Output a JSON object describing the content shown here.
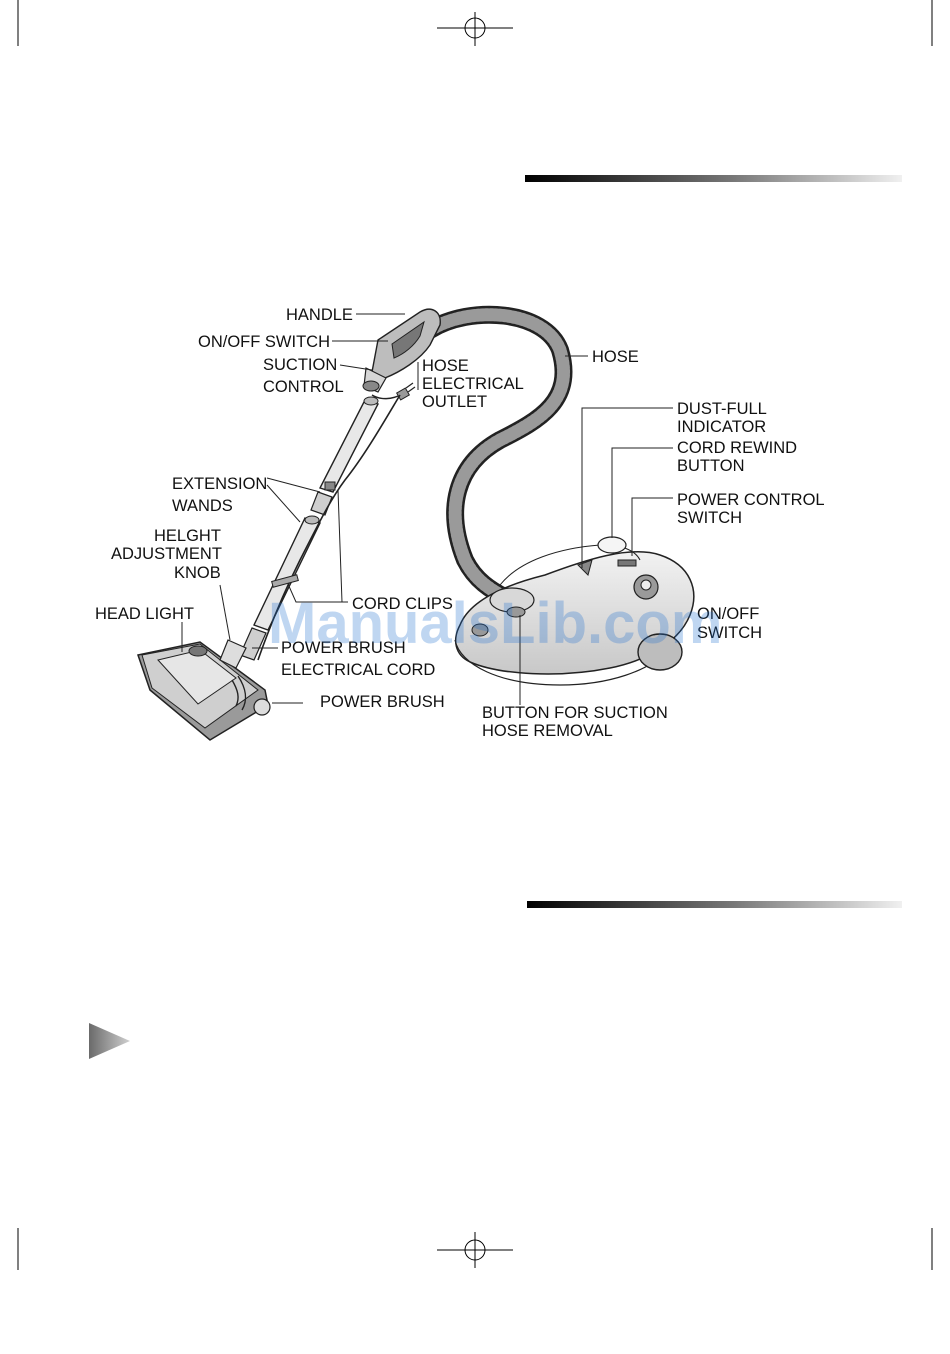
{
  "labels": {
    "handle": "HANDLE",
    "on_off_switch_handle": "ON/OFF SWITCH",
    "suction_control_1": "SUCTION",
    "suction_control_2": "CONTROL",
    "hose_outlet_1": "HOSE",
    "hose_outlet_2": "ELECTRICAL",
    "hose_outlet_3": "OUTLET",
    "hose": "HOSE",
    "dust_full_1": "DUST-FULL",
    "dust_full_2": "INDICATOR",
    "cord_rewind_1": "CORD REWIND",
    "cord_rewind_2": "BUTTON",
    "power_control_1": "POWER CONTROL",
    "power_control_2": "SWITCH",
    "extension_1": "EXTENSION",
    "extension_2": "WANDS",
    "height_1": "HELGHT",
    "height_2": "ADJUSTMENT",
    "height_3": "KNOB",
    "cord_clips": "CORD CLIPS",
    "head_light": "HEAD LIGHT",
    "power_brush_cord_1": "POWER BRUSH",
    "power_brush_cord_2": "ELECTRICAL CORD",
    "on_off_switch_body_1": "ON/OFF",
    "on_off_switch_body_2": "SWITCH",
    "power_brush": "POWER BRUSH",
    "suction_button_1": "BUTTON FOR SUCTION",
    "suction_button_2": "HOSE REMOVAL"
  },
  "watermark": "ManualsLib.com",
  "colors": {
    "ink": "#222222",
    "body_fill": "#e4e4e4",
    "brush_fill": "#9a9a9a",
    "hose_fill": "#8a8a8a",
    "watermark": "#1e6fd0"
  }
}
